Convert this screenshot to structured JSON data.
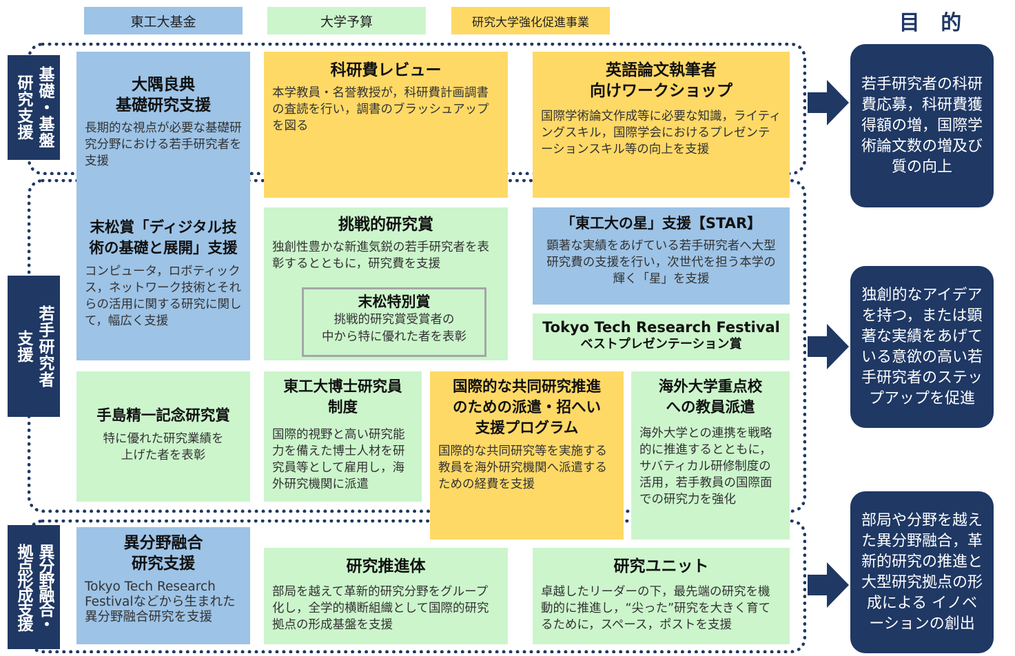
{
  "legend": {
    "fund": "東工大基金",
    "budget": "大学予算",
    "enhancement": "研究大学強化促進事業"
  },
  "header": {
    "purpose_title": "目 的"
  },
  "sections": {
    "basic": {
      "col1": "基礎・基盤",
      "col2": "研究支援"
    },
    "young": {
      "col1": "若手研究者",
      "col2": "支援"
    },
    "interdisciplinary": {
      "col1": "異分野融合・",
      "col2": "拠点形成支援"
    }
  },
  "boxes": {
    "osumi": {
      "title1": "大隅良典",
      "title2": "基礎研究支援",
      "desc": "長期的な視点が必要な基礎研究分野における若手研究者を支援"
    },
    "suematsu_prize": {
      "title1": "末松賞「ディジタル技",
      "title2": "術の基礎と展開」支援",
      "desc": "コンピュータ，ロボティックス，ネットワーク技術とそれらの活用に関する研究に関して，幅広く支援"
    },
    "kakenhi_review": {
      "title": "科研費レビュー",
      "desc": "本学教員・名誉教授が，科研費計画調書の査読を行い，調書のブラッシュアップを図る"
    },
    "english_workshop": {
      "title1": "英語論文執筆者",
      "title2": "向けワークショップ",
      "desc": "国際学術論文作成等に必要な知識，ライティングスキル，国際学会におけるプレゼンテーションスキル等の向上を支援"
    },
    "challenge_prize": {
      "title": "挑戦的研究賞",
      "desc": "独創性豊かな新進気鋭の若手研究者を表彰するとともに，研究費を支援"
    },
    "suematsu_special": {
      "title": "末松特別賞",
      "desc1": "挑戦的研究賞受賞者の",
      "desc2": "中から特に優れた者を表彰"
    },
    "star": {
      "title": "「東工大の星」支援【STAR】",
      "desc": "顕著な実績をあげている若手研究者へ大型研究費の支援を行い，次世代を担う本学の輝く「星」を支援"
    },
    "festival": {
      "title1": "Tokyo Tech Research Festival",
      "title2": "ベストプレゼンテーション賞"
    },
    "teshima": {
      "title": "手島精一記念研究賞",
      "desc1": "特に優れた研究業績を",
      "desc2": "上げた者を表彰"
    },
    "doctoral_researcher": {
      "title1": "東工大博士研究員",
      "title2": "制度",
      "desc": "国際的視野と高い研究能力を備えた博士人材を研究員等として雇用し，海外研究機関に派遣"
    },
    "intl_collab": {
      "title1": "国際的な共同研究推進",
      "title2": "のための派遣・招へい",
      "title3": "支援プログラム",
      "desc": "国際的な共同研究等を実施する教員を海外研究機関へ派遣するための経費を支援"
    },
    "overseas": {
      "title1": "海外大学重点校",
      "title2": "への教員派遣",
      "desc": "海外大学との連携を戦略的に推進するとともに，サバティカル研修制度の活用，若手教員の国際面での研究力を強化"
    },
    "interdisc": {
      "title1": "異分野融合",
      "title2": "研究支援",
      "desc": "Tokyo Tech Research Festivalなどから生まれた異分野融合研究を支援"
    },
    "promotion_body": {
      "title": "研究推進体",
      "desc": "部局を越えて革新的研究分野をグループ化し，全学的横断組織として国際的研究拠点の形成基盤を支援"
    },
    "research_unit": {
      "title": "研究ユニット",
      "desc": "卓越したリーダーの下，最先端の研究を機動的に推進し，“尖った”研究を大きく育てるために，スペース，ポストを支援"
    }
  },
  "purposes": {
    "p1": "若手研究者の科研費応募，科研費獲得額の増，国際学術論文数の増及び質の向上",
    "p2": "独創的なアイデアを持つ，または顕著な実績をあげている意欲の高い若手研究者のステップアップを促進",
    "p3": "部局や分野を越えた異分野融合，革新的研究の推進と大型研究拠点の形成による イノベーションの創出"
  },
  "colors": {
    "fund": "#9dc3e6",
    "budget": "#ccf5cc",
    "enhancement": "#ffd966",
    "navy": "#1f3864"
  }
}
